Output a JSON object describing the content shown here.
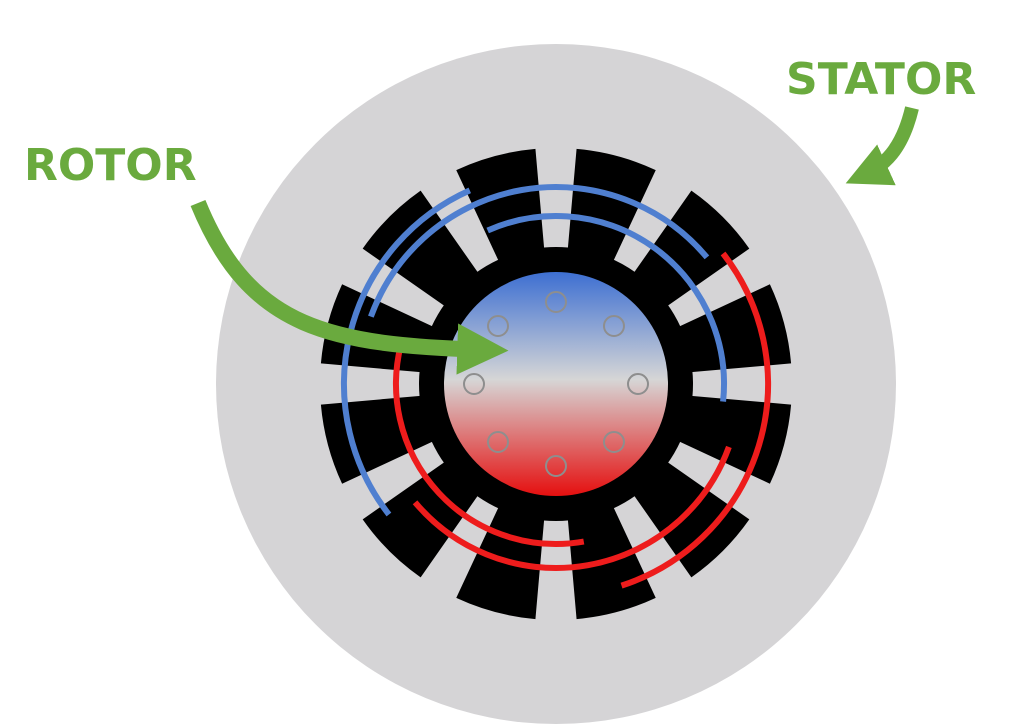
{
  "labels": {
    "rotor": "ROTOR",
    "stator": "STATOR"
  },
  "colors": {
    "label": "#6aaa3e",
    "arrow": "#6aaa3e",
    "stator_body": "#d5d4d6",
    "teeth": "#000000",
    "winding_north": "#4f7fd0",
    "winding_south": "#ee1c1c",
    "rotor_top": "#3d6fd2",
    "rotor_middle": "#d6d6d6",
    "rotor_bottom": "#e50f0f",
    "rotor_holes": "#8e8e8e"
  },
  "stator": {
    "slot_count": 12
  },
  "rotor": {
    "hole_count": 8
  }
}
